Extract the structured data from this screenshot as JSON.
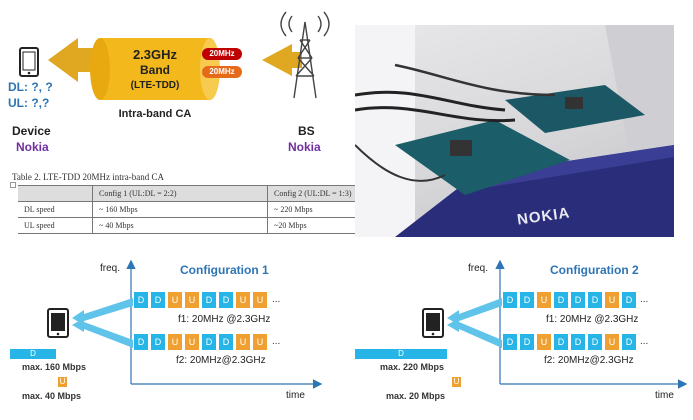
{
  "top": {
    "band_title": "2.3GHz",
    "band_sub": "Band",
    "band_mode": "(LTE-TDD)",
    "carrier1": "20MHz",
    "carrier2": "20MHz",
    "ca_label": "Intra-band CA",
    "device_dl": "DL: ?, ?",
    "device_ul": "UL: ?,?",
    "device_label": "Device",
    "device_vendor": "Nokia",
    "bs_label": "BS",
    "bs_vendor": "Nokia"
  },
  "table": {
    "title": "Table 2.  LTE-TDD 20MHz intra-band CA",
    "header": [
      "",
      "Config 1 (UL:DL = 2:2)",
      "Config 2 (UL:DL = 1:3)"
    ],
    "rows": [
      [
        "DL speed",
        "~ 160 Mbps",
        "~ 220 Mbps"
      ],
      [
        "UL speed",
        "~ 40 Mbps",
        "~20 Mbps"
      ]
    ]
  },
  "photo": {
    "brand": "NOKIA"
  },
  "colors": {
    "downlink": "#27b5e7",
    "uplink": "#f0a030",
    "arrow": "#e0a820",
    "title_blue": "#2e75b6",
    "vendor_purple": "#7030a0"
  },
  "config1": {
    "title": "Configuration 1",
    "freq_label": "freq.",
    "time_label": "time",
    "row1": [
      "D",
      "D",
      "U",
      "U",
      "D",
      "D",
      "U",
      "U"
    ],
    "row2": [
      "D",
      "D",
      "U",
      "U",
      "D",
      "D",
      "U",
      "U"
    ],
    "f1_label": "f1: 20MHz @2.3GHz",
    "f2_label": "f2: 20MHz@2.3GHz",
    "more": "...",
    "bar_d": "D",
    "bar_u": "U",
    "dl_speed": "max. 160 Mbps",
    "ul_speed": "max. 40 Mbps",
    "dl_ratio": 0.5,
    "ul_ratio": 0.5
  },
  "config2": {
    "title": "Configuration 2",
    "freq_label": "freq.",
    "time_label": "time",
    "row1": [
      "D",
      "D",
      "U",
      "D",
      "D",
      "D",
      "U",
      "D"
    ],
    "row2": [
      "D",
      "D",
      "U",
      "D",
      "D",
      "D",
      "U",
      "D"
    ],
    "f1_label": "f1: 20MHz @2.3GHz",
    "f2_label": "f2: 20MHz@2.3GHz",
    "more": "...",
    "bar_d": "D",
    "bar_u": "U",
    "dl_speed": "max. 220 Mbps",
    "ul_speed": "max. 20 Mbps",
    "dl_ratio": 0.75,
    "ul_ratio": 0.25
  }
}
